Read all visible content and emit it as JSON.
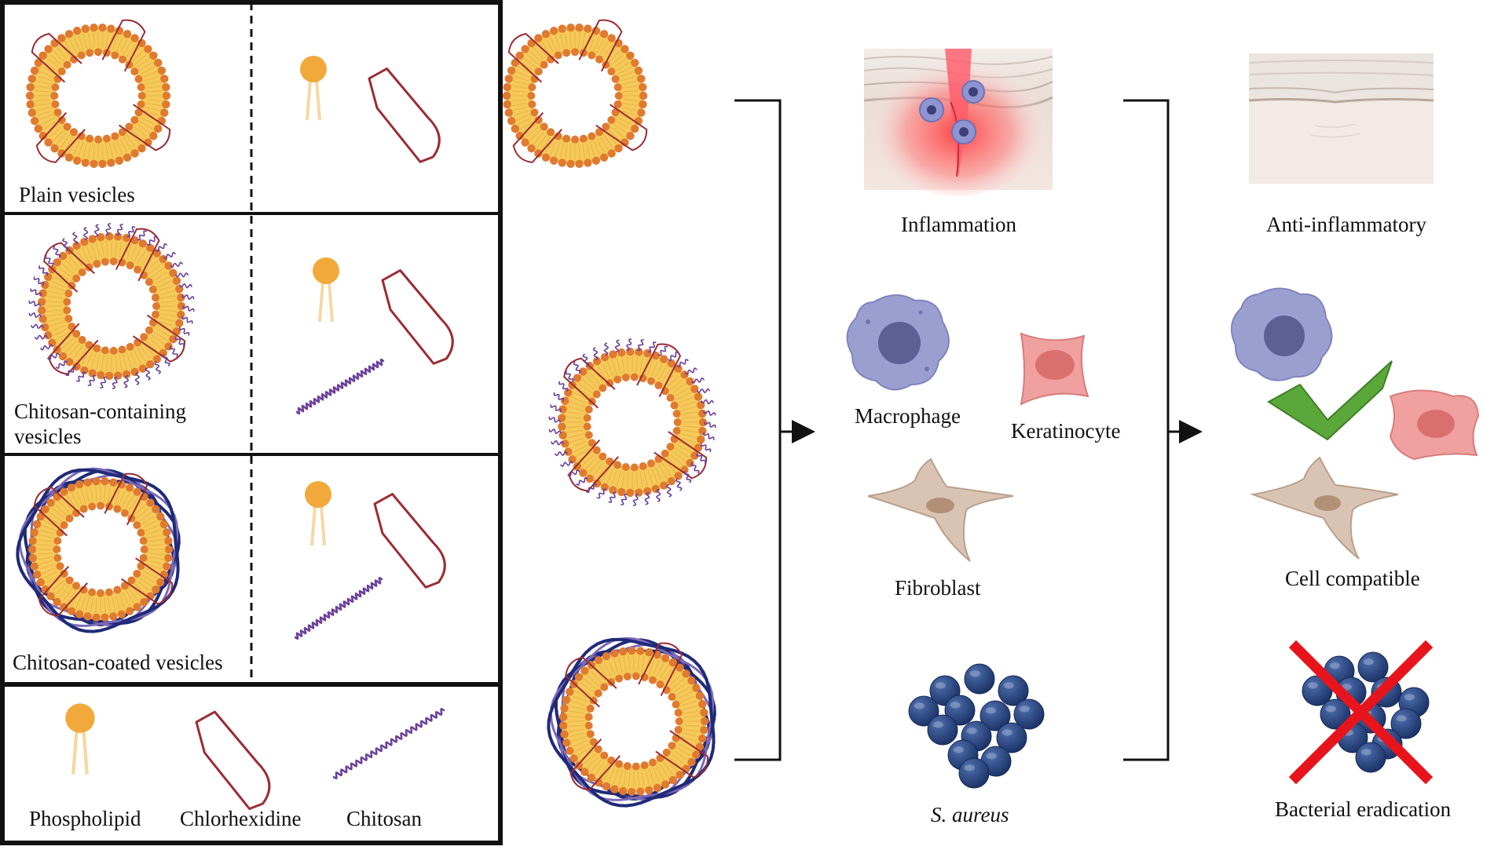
{
  "formulations": {
    "plain": "Plain vesicles",
    "containing": "Chitosan-containing vesicles",
    "coated": "Chitosan-coated vesicles"
  },
  "legend": {
    "phospholipid": "Phospholipid",
    "chlorhexidine": "Chlorhexidine",
    "chitosan": "Chitosan"
  },
  "models": {
    "inflammation": "Inflammation",
    "macrophage": "Macrophage",
    "keratinocyte": "Keratinocyte",
    "fibroblast": "Fibroblast",
    "bacteria": "S. aureus"
  },
  "outcomes": {
    "anti_inflammatory": "Anti-inflammatory",
    "cell_compatible": "Cell compatible",
    "bacterial_eradication": "Bacterial eradication"
  },
  "colors": {
    "lipid_head": "#e07a2e",
    "lipid_core": "#f5c95a",
    "chlorhexidine": "#9b2c33",
    "chitosan": "#6a3f9a",
    "chitosan_coat": "#1f2a78",
    "macrophage": "#9b9fd0",
    "keratinocyte": "#f0a09e",
    "fibroblast": "#d9c4b4",
    "bacteria": "#2c4a86",
    "check": "#5aa83a",
    "cross": "#e8141c"
  }
}
